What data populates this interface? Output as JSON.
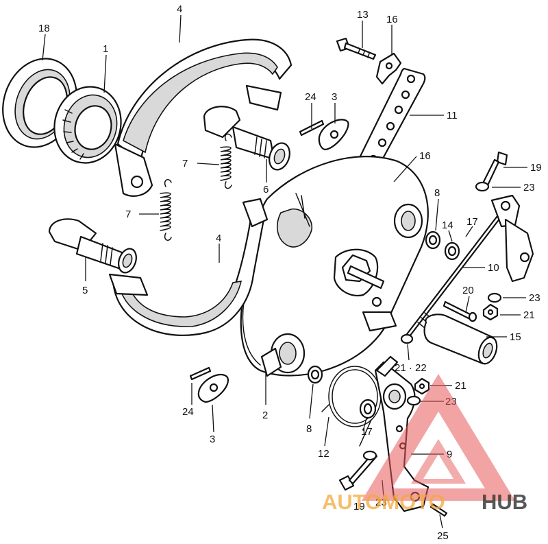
{
  "labels": {
    "l18": "18",
    "l1": "1",
    "l4a": "4",
    "l4b": "4",
    "l13": "13",
    "l16a": "16",
    "l16b": "16",
    "l24a": "24",
    "l24b": "24",
    "l3a": "3",
    "l3b": "3",
    "l11": "11",
    "l7a": "7",
    "l7b": "7",
    "l6": "6",
    "l19a": "19",
    "l19b": "19",
    "l23a": "23",
    "l23b": "23",
    "l23c": "23",
    "l23d": "23",
    "l8a": "8",
    "l8b": "8",
    "l14": "14",
    "l17a": "17",
    "l17b": "17",
    "l10": "10",
    "l5": "5",
    "l20": "20",
    "l21a": "21",
    "l21b": "21",
    "l15": "15",
    "l2122": "21 · 22",
    "l2": "2",
    "l12": "12",
    "l9": "9",
    "l25": "25"
  },
  "watermark": {
    "brand_part1": "AUTOMOTO",
    "brand_part2": "HUB",
    "accent_color": "#f2a83c",
    "triangle_color": "#e85a5a"
  }
}
